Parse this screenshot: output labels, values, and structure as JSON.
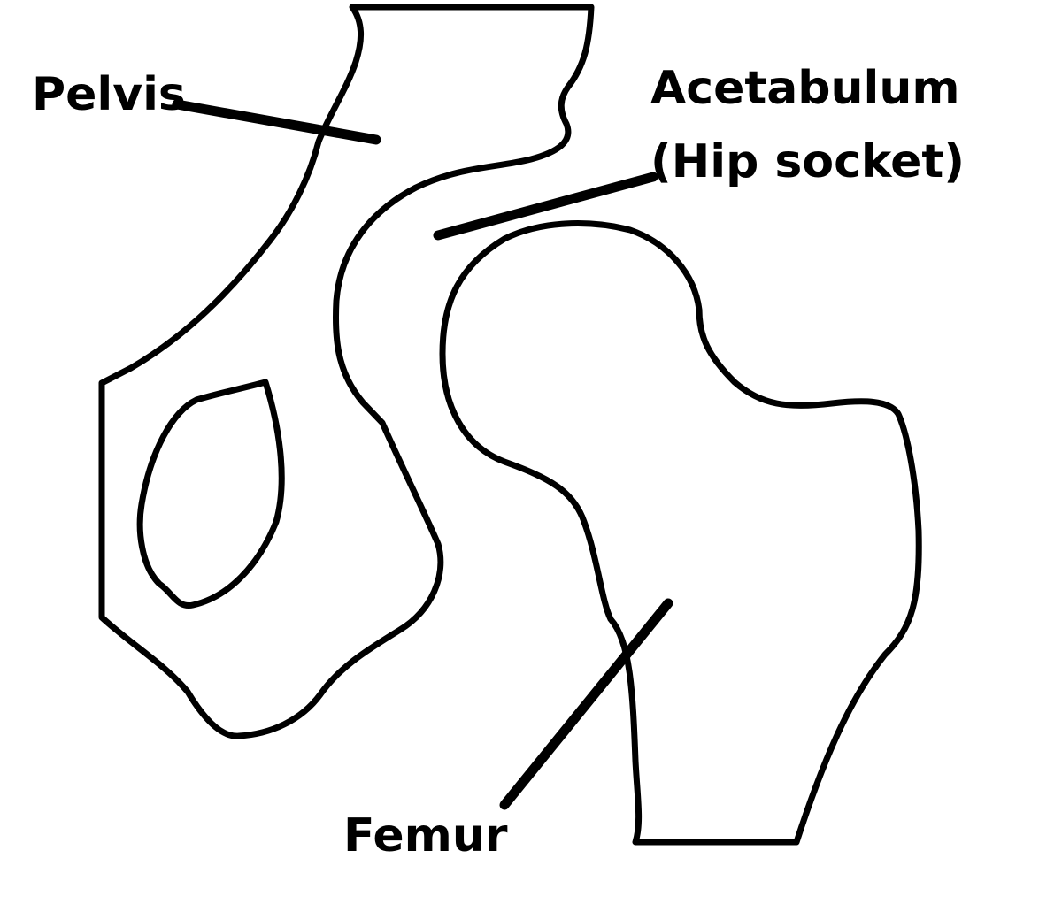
{
  "labels": {
    "pelvis": "Pelvis",
    "acetabulum_line1": "Acetabulum",
    "acetabulum_line2": "(Hip socket)",
    "femur": "Femur"
  },
  "colors": {
    "stroke": "#000000",
    "background": "#ffffff"
  }
}
